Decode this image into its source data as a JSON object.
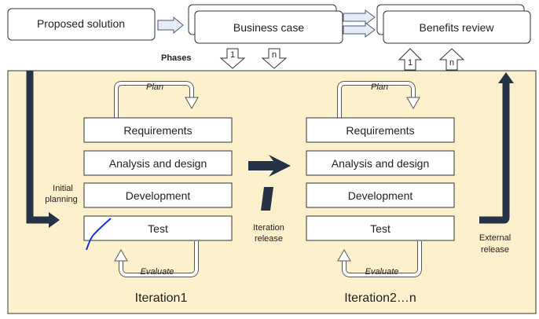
{
  "top": {
    "proposed_solution": "Proposed solution",
    "business_case": "Business case",
    "benefits_review": "Benefits review",
    "phases_label": "Phases",
    "phase_first": "1",
    "phase_n": "n",
    "review_first": "1",
    "review_n": "n"
  },
  "iteration1": {
    "plan": "Plan",
    "requirements": "Requirements",
    "analysis_design": "Analysis and design",
    "development": "Development",
    "test": "Test",
    "evaluate": "Evaluate",
    "title": "Iteration1"
  },
  "iteration2": {
    "plan": "Plan",
    "requirements": "Requirements",
    "analysis_design": "Analysis and design",
    "development": "Development",
    "test": "Test",
    "evaluate": "Evaluate",
    "title": "Iteration2…n"
  },
  "labels": {
    "initial_planning_1": "Initial",
    "initial_planning_2": "planning",
    "iteration_release_1": "Iteration",
    "iteration_release_2": "release",
    "external_release_1": "External",
    "external_release_2": "release"
  },
  "colors": {
    "panel_fill": "#fdf0cc",
    "dark_arrow": "#263246",
    "annotation_stroke": "#1a2fd6"
  }
}
